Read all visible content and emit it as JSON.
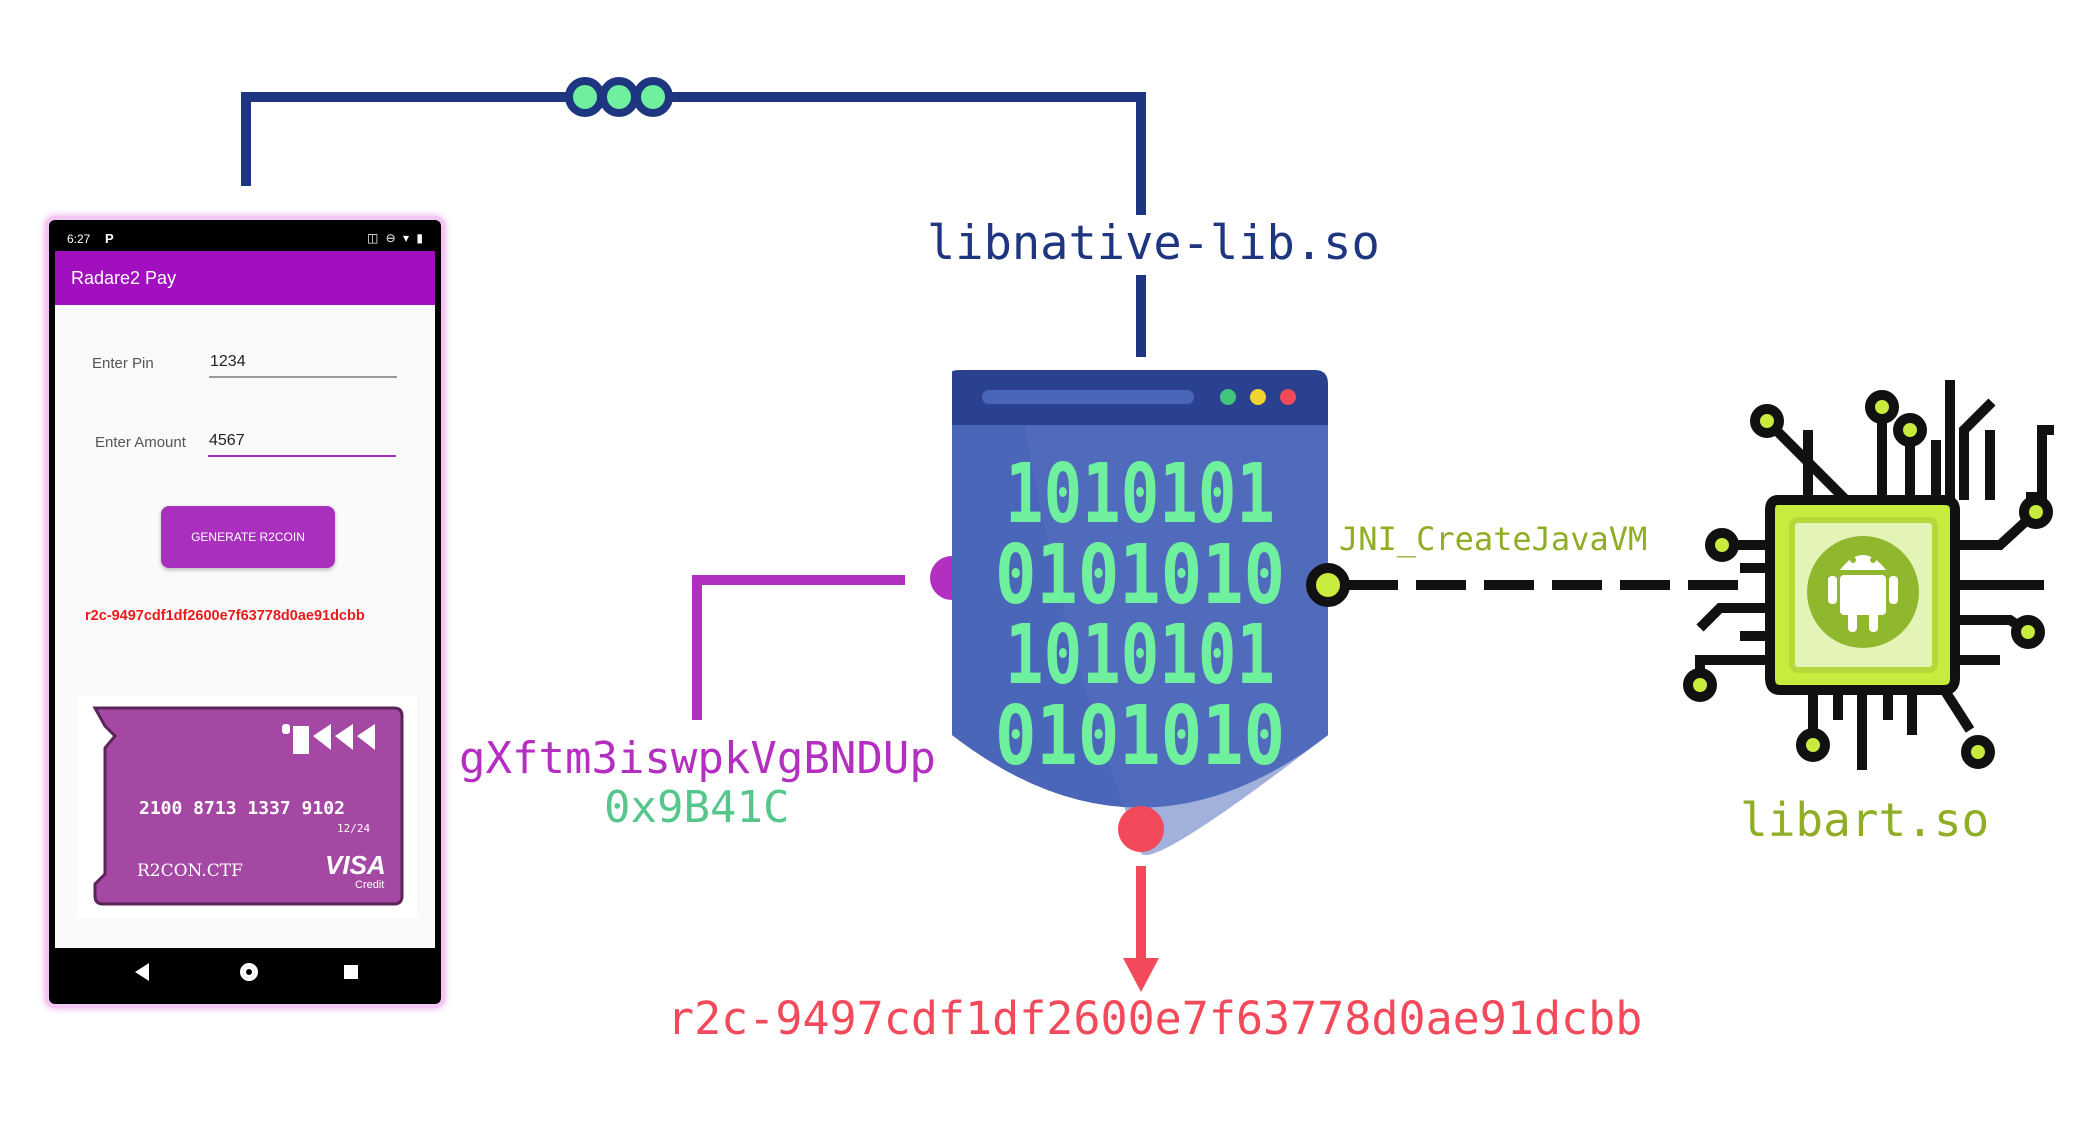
{
  "phone": {
    "status_time": "6:27",
    "status_app_letter": "P",
    "app_title": "Radare2 Pay",
    "pin_label": "Enter Pin",
    "pin_value": "1234",
    "amount_label": "Enter Amount",
    "amount_value": "4567",
    "button_label": "GENERATE R2COIN",
    "result_text": "r2c-9497cdf1df2600e7f63778d0ae91dcbb",
    "card": {
      "number": "2100  8713  1337  9102",
      "expiry": "12/24",
      "holder": "R2CON.CTF",
      "brand": "VISA",
      "brand_sub": "Credit"
    }
  },
  "library": {
    "name": "libnative-lib.so",
    "binary_rows": [
      "1010101",
      "0101010",
      "1010101",
      "0101010"
    ]
  },
  "input_string": "gXftm3iswpkVgBNDUp",
  "input_address": "0x9B41C",
  "jni_call": "JNI_CreateJavaVM",
  "runtime_lib": "libart.so",
  "output": "r2c-9497cdf1df2600e7f63778d0ae91dcbb",
  "colors": {
    "navy": "#1e3580",
    "purple": "#b32fc0",
    "green_text": "#56c78c",
    "olive": "#8fae25",
    "red": "#f24a5a",
    "binary_green": "#6ff09e",
    "shield_blue": "#4a66b8"
  },
  "icons": [
    "android-icon",
    "chip-icon"
  ]
}
